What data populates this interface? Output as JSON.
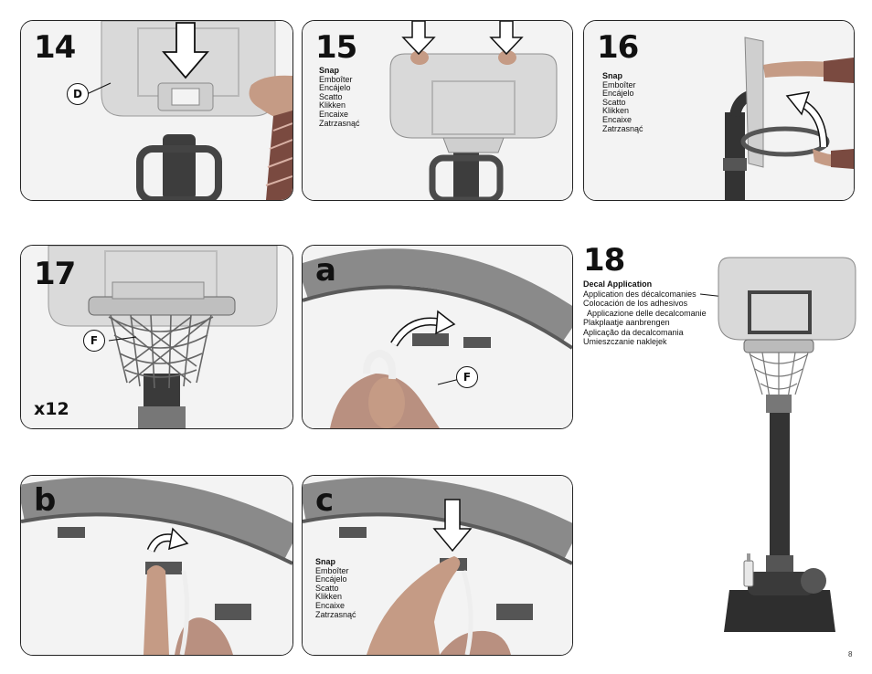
{
  "steps": {
    "s14": {
      "number": "14",
      "callout": "D"
    },
    "s15": {
      "number": "15"
    },
    "s16": {
      "number": "16"
    },
    "s17": {
      "number": "17",
      "callout": "F",
      "quantity": "x12"
    },
    "sa": {
      "number": "a",
      "callout": "F"
    },
    "sb": {
      "number": "b"
    },
    "sc": {
      "number": "c"
    },
    "s18": {
      "number": "18"
    }
  },
  "snap_words": [
    "Snap",
    "Emboîter",
    "Encájelo",
    "Scatto",
    "Klikken",
    "Encaixe",
    "Zatrzasnąć"
  ],
  "decal": {
    "heading": "Decal Application",
    "lines": [
      "Application des décalcomanies",
      "Colocación de los adhesivos",
      "Applicazione delle decalcomanie",
      "Plakplaatje aanbrengen",
      "Aplicação da decalcomania",
      "Umieszczanie naklejek"
    ]
  },
  "page_number": "8",
  "colors": {
    "ink": "#111111",
    "backboard": "#d8d8d8",
    "pole": "#3a3a3a",
    "panel_bg": "#f2f2f2"
  }
}
